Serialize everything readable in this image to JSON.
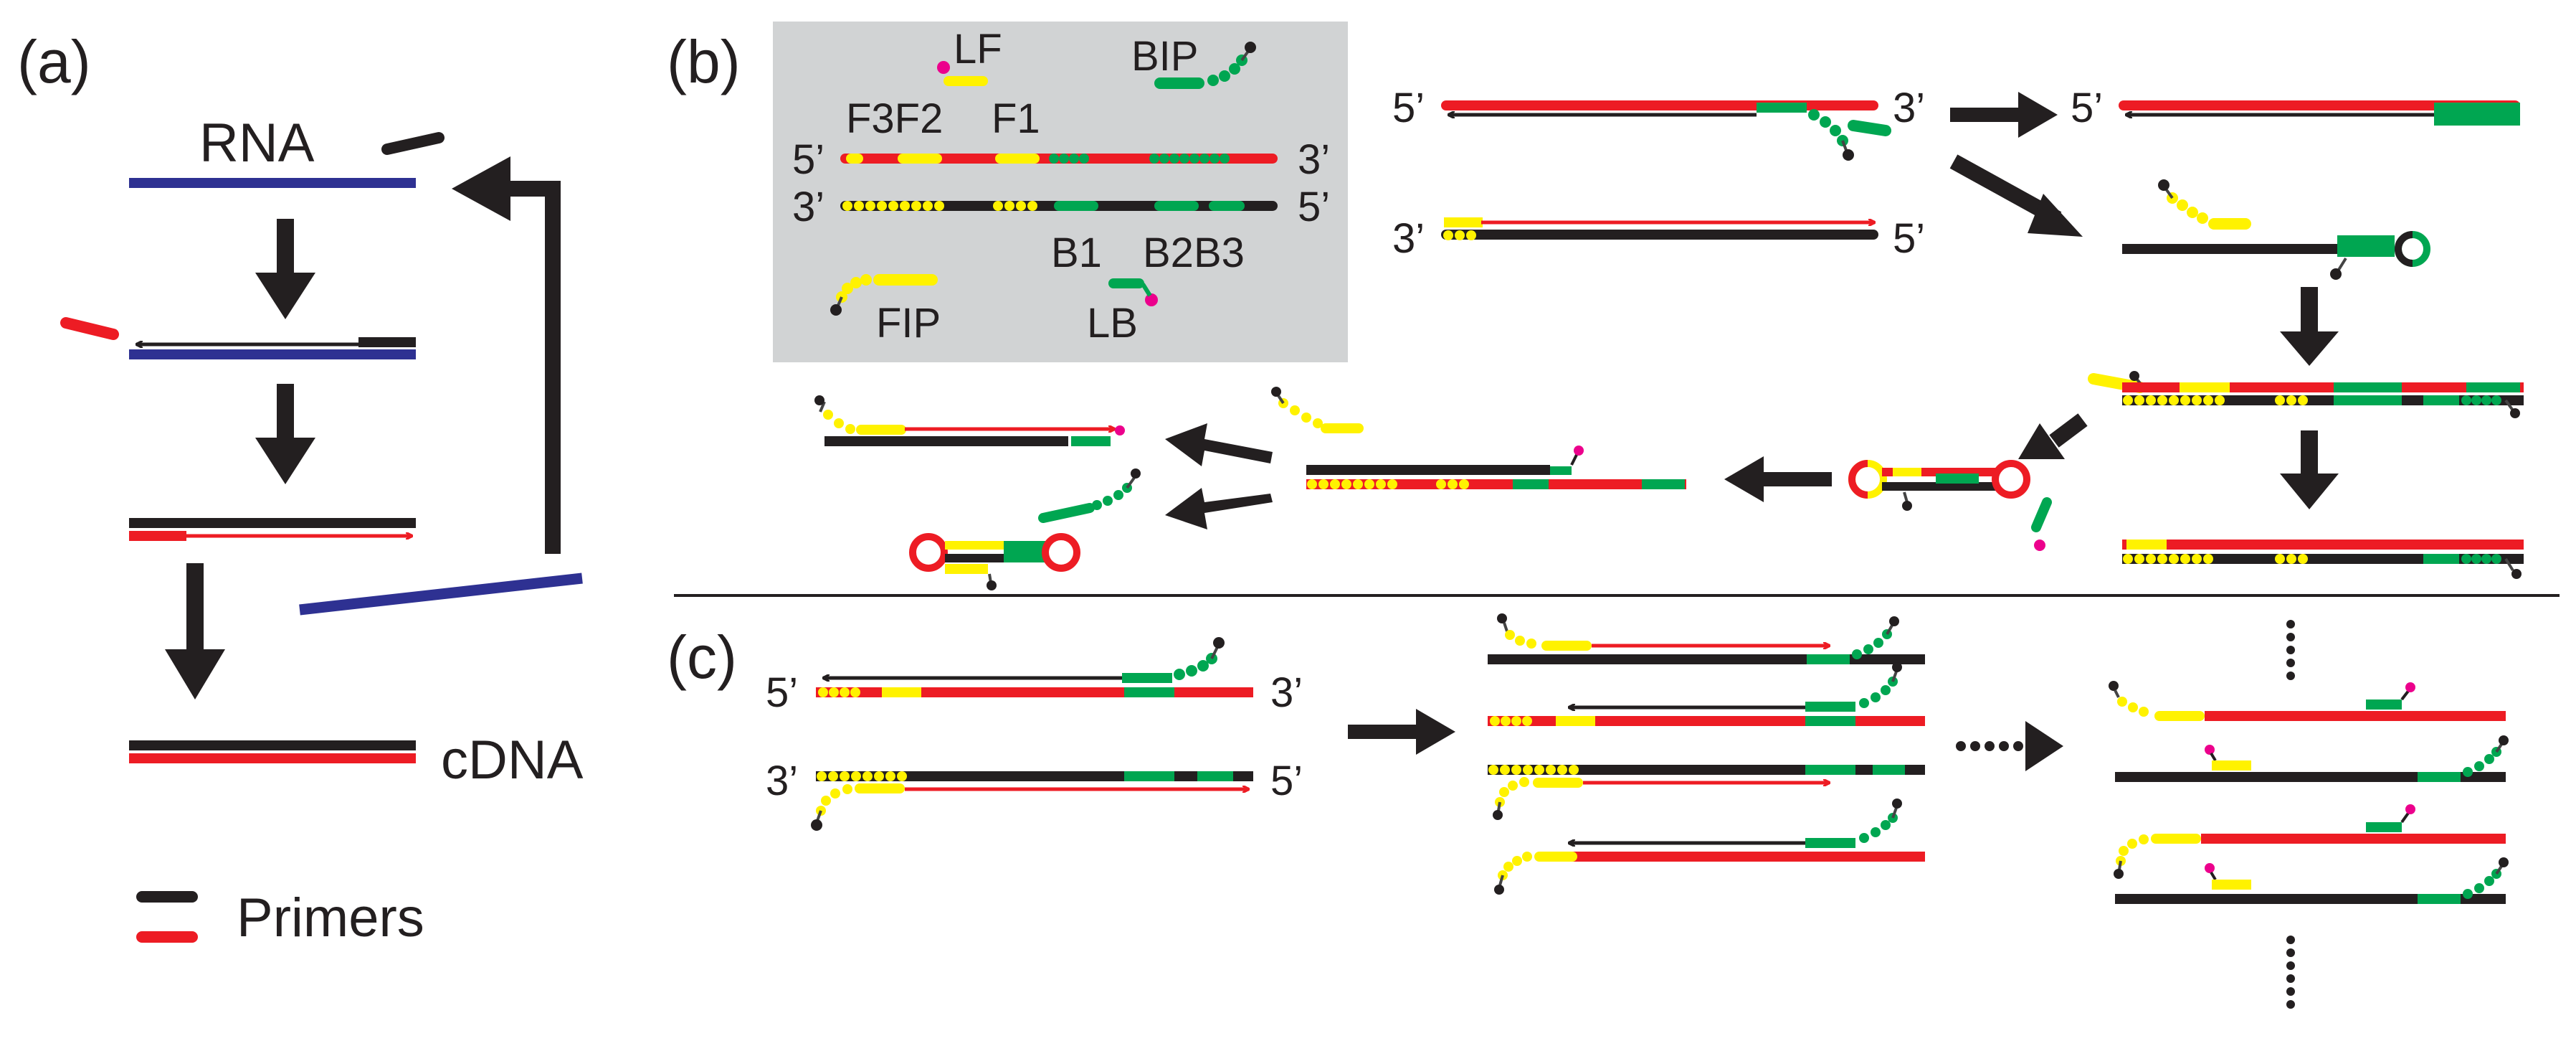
{
  "panels": {
    "a": {
      "label": "(a)",
      "rna": "RNA",
      "cdna": "cDNA",
      "legend": "Primers"
    },
    "b": {
      "label": "(b)",
      "inset": {
        "lf": "LF",
        "bip": "BIP",
        "f3f2": "F3F2",
        "f1": "F1",
        "end5_top": "5’",
        "end3_top": "3’",
        "end3_bottom": "3’",
        "end5_bottom": "5’",
        "b1": "B1",
        "b2b3": "B2B3",
        "fip": "FIP",
        "lb": "LB"
      },
      "end5_a": "5’",
      "end3_a": "3’",
      "end5_b": "5’",
      "end3_c": "3’",
      "end5_c": "5’"
    },
    "c": {
      "label": "(c)",
      "end5_top": "5’",
      "end3_top": "3’",
      "end3_bottom": "3’",
      "end5_bottom": "5’"
    }
  },
  "colors": {
    "rna": "#2e3192",
    "sense": "#ed1c24",
    "antisense": "#231f20",
    "f_primer": "#fff200",
    "b_primer": "#00a651",
    "loop_end": "#ec008c",
    "inset_bg": "#d1d3d4"
  }
}
